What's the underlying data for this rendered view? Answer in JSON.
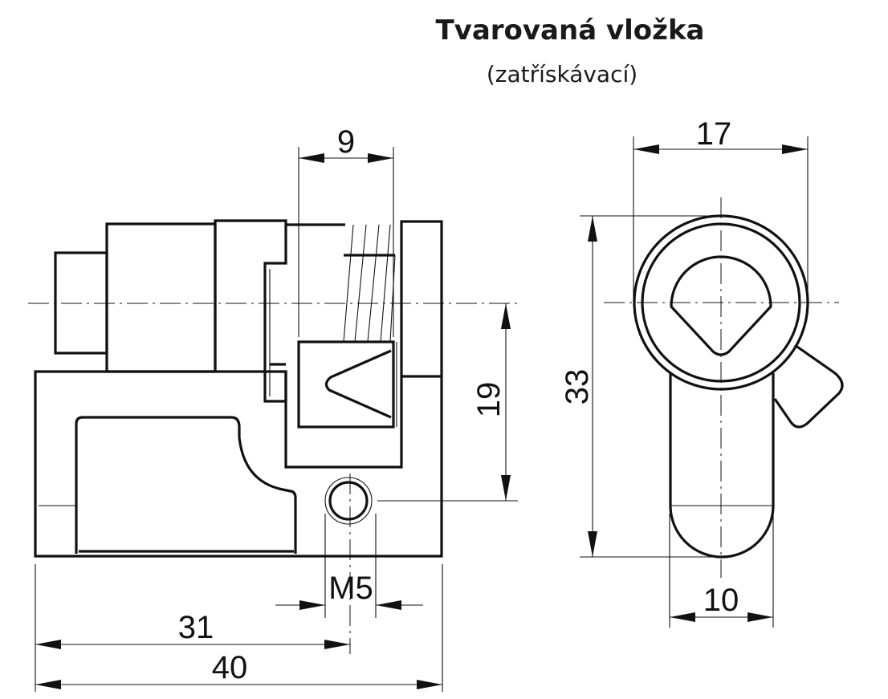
{
  "title": "Tvarovaná vložka",
  "subtitle": "(zatřískávací)",
  "dimensions": {
    "d9": "9",
    "d17": "17",
    "d19": "19",
    "d33": "33",
    "dM5": "M5",
    "d10": "10",
    "d31": "31",
    "d40": "40"
  }
}
